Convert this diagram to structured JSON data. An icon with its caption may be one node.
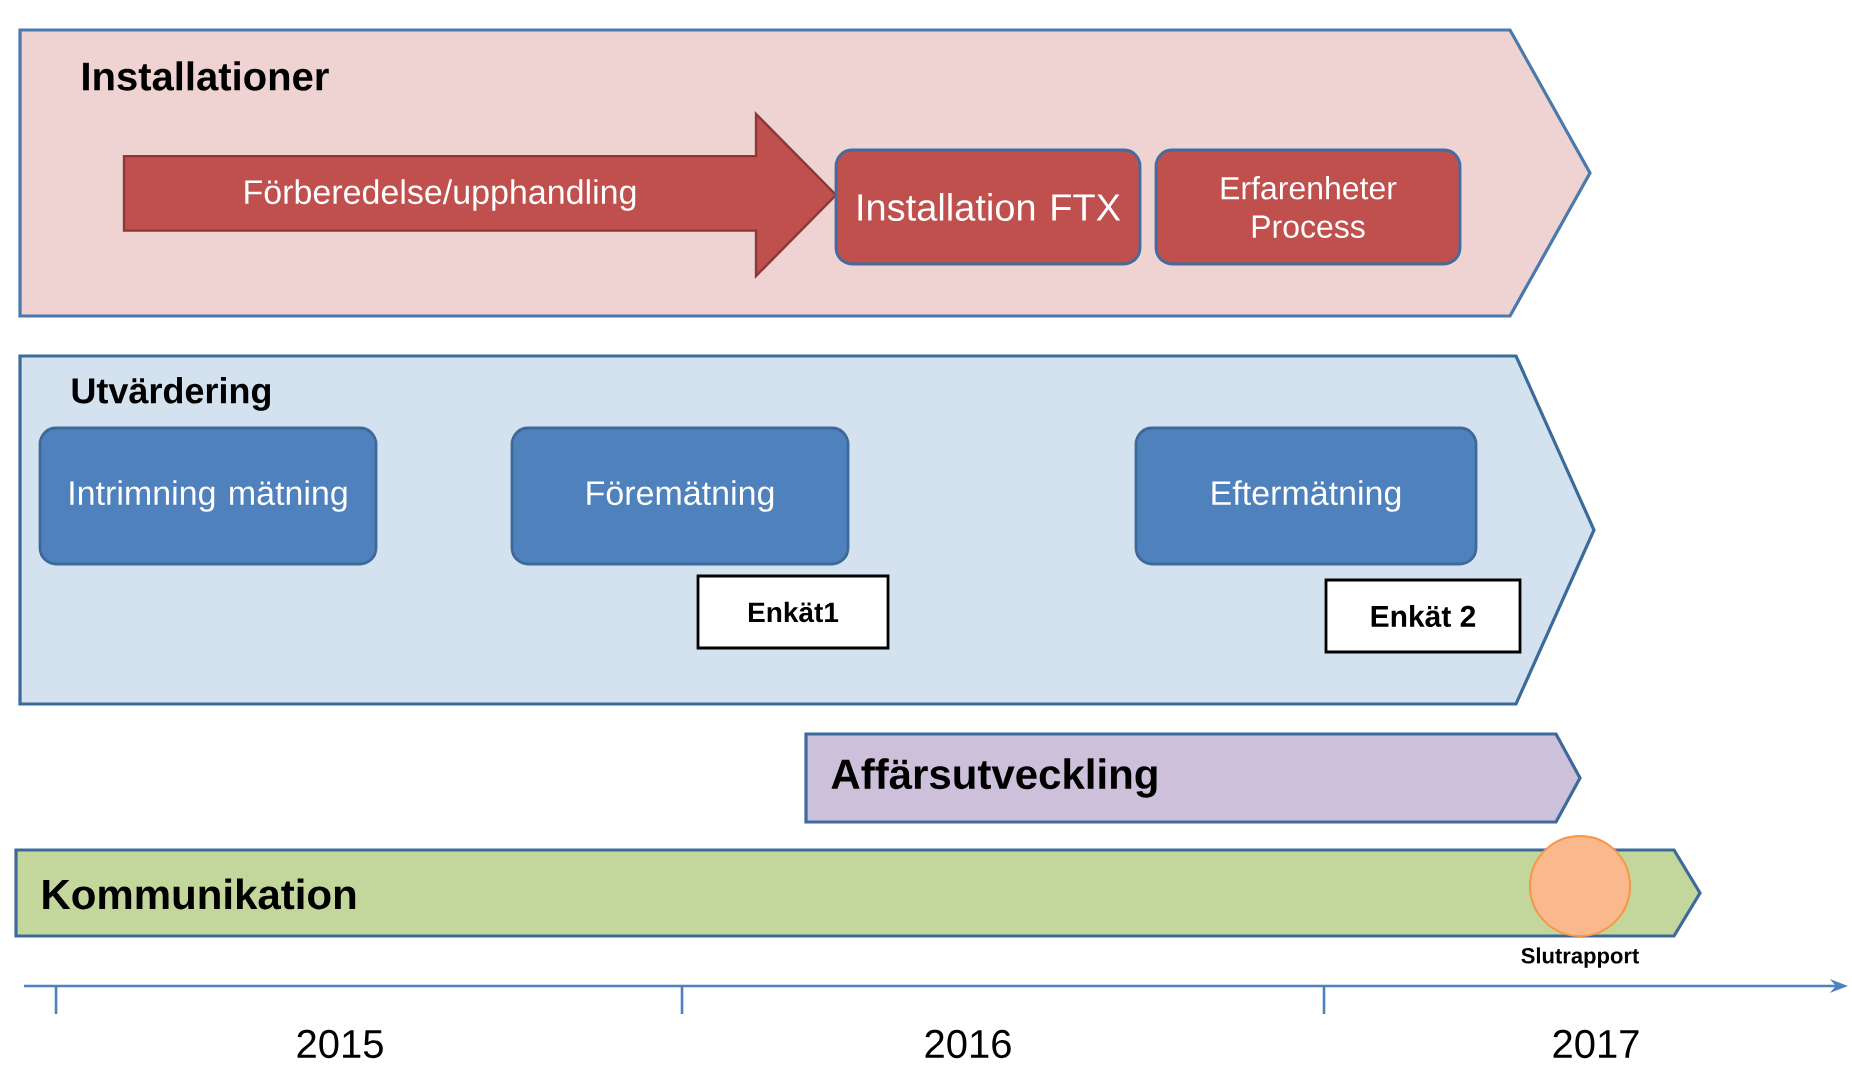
{
  "diagram": {
    "nodes": [
      {
        "text": [
          "Installationer"
        ]
      },
      {
        "text": [
          "Förberedelse/upphandling"
        ],
        "in": 0
      },
      {
        "text": [
          "Installation FTX"
        ],
        "in": 0
      },
      {
        "text": [
          "Erfarenheter Process"
        ],
        "in": 0
      },
      {
        "text": [
          "Utvärdering"
        ]
      },
      {
        "text": [
          "Intrimning mätning"
        ],
        "in": 4
      },
      {
        "text": [
          "Föremätning"
        ],
        "in": 4
      },
      {
        "text": [
          "Enkät1"
        ],
        "in": 4
      },
      {
        "text": [
          "Eftermätning"
        ],
        "in": 4
      },
      {
        "text": [
          "Enkät 2"
        ],
        "in": 4
      },
      {
        "text": [
          "Affärsutveckling"
        ]
      },
      {
        "text": [
          "Kommunikation"
        ]
      },
      {
        "text": [],
        "shape": "circle",
        "beside": [
          "Slutrapport"
        ]
      }
    ],
    "labels": [
      "2015",
      "2016",
      "2017"
    ]
  }
}
